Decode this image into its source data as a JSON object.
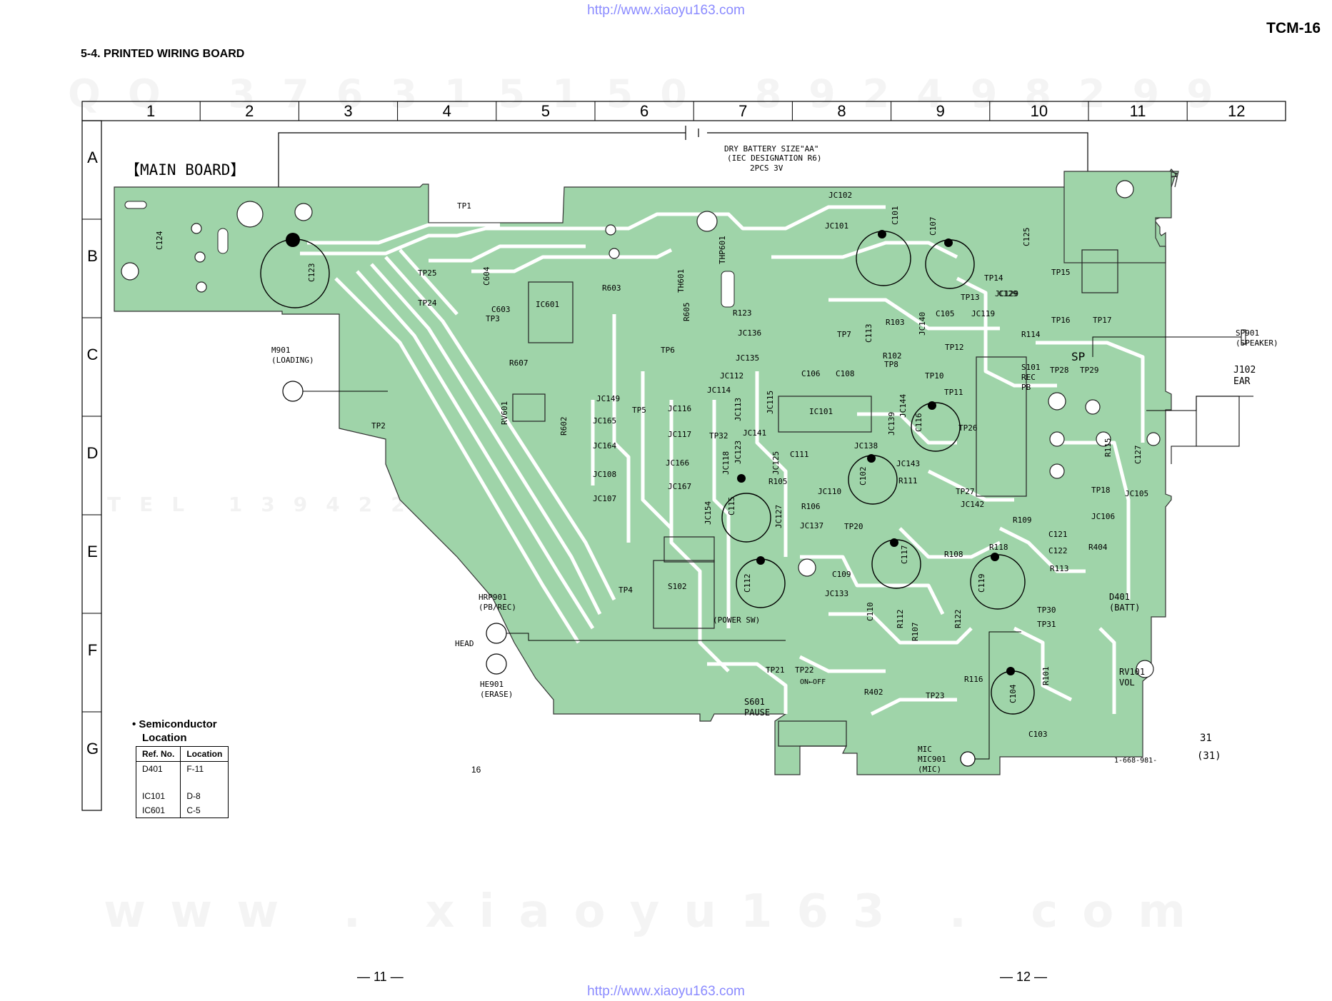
{
  "header": {
    "url": "http://www.xiaoyu163.com",
    "model": "TCM-16",
    "section_title": "5-4. PRINTED WIRING BOARD"
  },
  "watermarks": {
    "qq_line": "QQ 376315150   892498299",
    "site_line": "www . xiaoyu163 . com",
    "tel_line": "TEL 13942296513"
  },
  "grid": {
    "columns": [
      "1",
      "2",
      "3",
      "4",
      "5",
      "6",
      "7",
      "8",
      "9",
      "10",
      "11",
      "12"
    ],
    "rows": [
      "A",
      "B",
      "C",
      "D",
      "E",
      "F",
      "G"
    ]
  },
  "board": {
    "title": "【MAIN BOARD】",
    "battery": [
      "DRY BATTERY SIZE\"AA\"",
      "(IEC DESIGNATION R6)",
      "2PCS 3V"
    ],
    "board_number": "1-668-981-",
    "board_rev": "31",
    "board_rev2": "(31)",
    "page_num": "16",
    "external": [
      {
        "id": "m901",
        "lines": [
          "M901",
          "(LOADING)"
        ]
      },
      {
        "id": "hrp901",
        "lines": [
          "HRP901",
          "(PB/REC)"
        ]
      },
      {
        "id": "head",
        "lines": [
          "HEAD"
        ]
      },
      {
        "id": "he901",
        "lines": [
          "HE901",
          "(ERASE)"
        ]
      },
      {
        "id": "sp901",
        "lines": [
          "SP901",
          "(SPEAKER)"
        ]
      },
      {
        "id": "j102",
        "lines": [
          "J102",
          "EAR"
        ]
      },
      {
        "id": "mic901",
        "lines": [
          "MIC",
          "MIC901",
          "(MIC)"
        ]
      },
      {
        "id": "s601",
        "lines": [
          "S601",
          "PAUSE"
        ]
      },
      {
        "id": "s102",
        "lines": [
          "S102"
        ]
      },
      {
        "id": "powersw",
        "lines": [
          "(POWER SW)"
        ]
      },
      {
        "id": "d401",
        "lines": [
          "D401",
          "(BATT)"
        ]
      },
      {
        "id": "rv101",
        "lines": [
          "RV101",
          "VOL"
        ]
      },
      {
        "id": "s101",
        "lines": [
          "S101",
          "REC",
          "PB"
        ]
      },
      {
        "id": "onoff",
        "lines": [
          "ON←OFF"
        ]
      }
    ],
    "labels": [
      "TP1",
      "TP2",
      "TP3",
      "TP4",
      "TP5",
      "TP6",
      "TP7",
      "TP8",
      "TP10",
      "TP11",
      "TP12",
      "TP13",
      "TP14",
      "TP15",
      "TP16",
      "TP17",
      "TP18",
      "TP20",
      "TP21",
      "TP22",
      "TP23",
      "TP24",
      "TP25",
      "TP26",
      "TP27",
      "TP28",
      "TP29",
      "TP30",
      "TP31",
      "TP32",
      "C101",
      "C102",
      "C103",
      "C104",
      "C105",
      "C106",
      "C107",
      "C108",
      "C109",
      "C110",
      "C111",
      "C112",
      "C113",
      "C115",
      "C116",
      "C117",
      "C119",
      "C121",
      "C122",
      "C123",
      "C124",
      "C125",
      "C127",
      "C129",
      "C603",
      "C604",
      "IC101",
      "IC601",
      "R101",
      "R102",
      "R103",
      "R105",
      "R106",
      "R107",
      "R108",
      "R109",
      "R111",
      "R112",
      "R113",
      "R114",
      "R115",
      "R116",
      "R118",
      "R122",
      "R123",
      "R402",
      "R404",
      "R602",
      "R603",
      "R605",
      "R607",
      "RV601",
      "TH601",
      "THP601",
      "JC101",
      "JC102",
      "JC105",
      "JC106",
      "JC107",
      "JC108",
      "JC110",
      "JC112",
      "JC113",
      "JC114",
      "JC115",
      "JC116",
      "JC117",
      "JC118",
      "JC119",
      "JC123",
      "JC125",
      "JC127",
      "JC129",
      "JC133",
      "JC135",
      "JC136",
      "JC137",
      "JC138",
      "JC139",
      "JC140",
      "JC141",
      "JC142",
      "JC143",
      "JC144",
      "JC149",
      "JC154",
      "JC164",
      "JC165",
      "JC166",
      "JC167",
      "SP"
    ]
  },
  "location_table": {
    "title_prefix": "• Semiconductor",
    "title": "Location",
    "headers": [
      "Ref. No.",
      "Location"
    ],
    "rows": [
      [
        "D401",
        "F-11"
      ],
      [
        "IC101",
        "D-8"
      ],
      [
        "IC601",
        "C-5"
      ]
    ]
  },
  "footer": {
    "page_left": "— 11 —",
    "page_right": "— 12 —"
  },
  "colors": {
    "board_fill": "#9fd4a9",
    "trace_line": "#ffffff",
    "outline": "#222222"
  }
}
